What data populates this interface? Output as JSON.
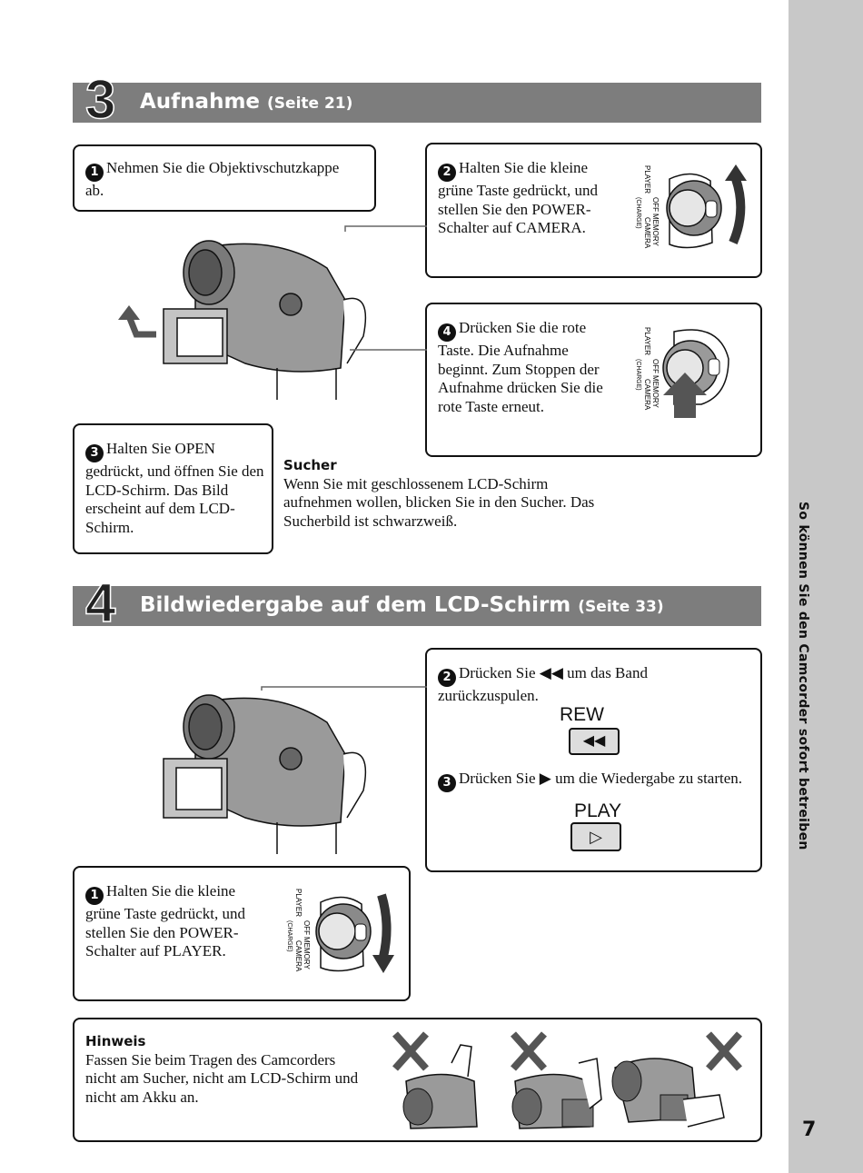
{
  "sidebar": {
    "vertical_title": "So können Sie den Camcorder sofort betreiben",
    "page_number": "7"
  },
  "section3": {
    "number": "3",
    "title": "Aufnahme",
    "page_ref": "(Seite 21)",
    "step1": {
      "num": "1",
      "text": "Nehmen Sie die Objektivschutzkappe ab."
    },
    "step2": {
      "num": "2",
      "text": "Halten Sie die kleine grüne Taste gedrückt, und stellen Sie den POWER-Schalter auf CAMERA."
    },
    "step3": {
      "num": "3",
      "text": "Halten Sie OPEN gedrückt, und öffnen Sie den LCD-Schirm. Das Bild erscheint auf dem LCD-Schirm."
    },
    "step4": {
      "num": "4",
      "text": "Drücken Sie die rote Taste. Die Aufnahme beginnt. Zum Stoppen der Aufnahme drücken Sie die rote Taste erneut."
    },
    "viewfinder": {
      "heading": "Sucher",
      "text": "Wenn Sie mit geschlossenem LCD-Schirm aufnehmen wollen, blicken Sie in den Sucher. Das Sucherbild ist schwarzweiß."
    }
  },
  "section4": {
    "number": "4",
    "title": "Bildwiedergabe auf dem LCD-Schirm",
    "page_ref": "(Seite 33)",
    "step1": {
      "num": "1",
      "text": "Halten Sie die kleine grüne Taste gedrückt, und stellen Sie den POWER-Schalter auf PLAYER."
    },
    "step2": {
      "num": "2",
      "text_before": "Drücken Sie",
      "text_after": "um das Band zurückzuspulen.",
      "key_label": "REW"
    },
    "step3": {
      "num": "3",
      "text_before": "Drücken Sie",
      "text_after": "um die Wiedergabe zu starten.",
      "key_label": "PLAY"
    }
  },
  "dial_labels": {
    "player": "PLAYER",
    "off": "OFF",
    "charge": "(CHARGE)",
    "memory": "MEMORY",
    "camera": "CAMERA"
  },
  "hinweis": {
    "heading": "Hinweis",
    "text": "Fassen Sie beim Tragen des Camcorders nicht am Sucher, nicht am LCD-Schirm und nicht am Akku an."
  }
}
